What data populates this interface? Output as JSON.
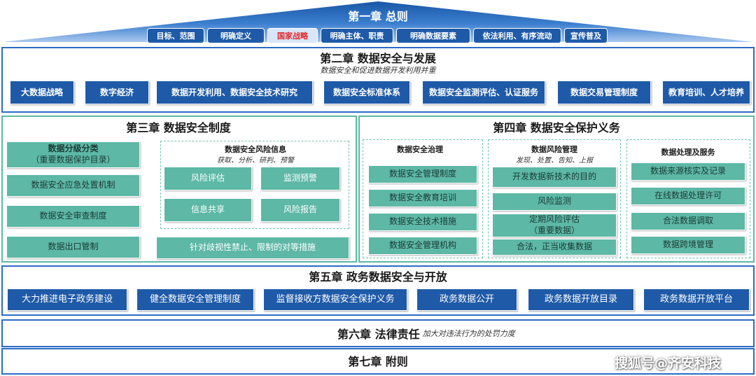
{
  "ch1": {
    "title": "第一章 总则",
    "tabs": [
      "目标、范围",
      "明确定义",
      "国家战略",
      "明确主体、职责",
      "明确数据要素",
      "依法利用、有序流动",
      "宣传普及"
    ]
  },
  "ch2": {
    "title": "第二章 数据安全与发展",
    "subtitle": "数据安全和促进数据开发利用并重",
    "items": [
      "大数据战略",
      "数字经济",
      "数据开发利用、数据安全技术研究",
      "数据安全标准体系",
      "数据安全监测评估、认证服务",
      "数据交易管理制度",
      "教育培训、人才培养"
    ]
  },
  "ch3": {
    "title": "第三章 数据安全制度",
    "classify_title": "数据分级分类",
    "classify_sub": "（重要数据保护目录）",
    "left_items": [
      "数据安全应急处置机制",
      "数据安全审查制度",
      "数据出口管制"
    ],
    "risk_title": "数据安全风险信息",
    "risk_sub": "获取、分析、研判、预警",
    "risk_items": [
      "风险评估",
      "监测预警",
      "信息共享",
      "风险报告"
    ],
    "bottom_item": "针对歧视性禁止、限制的对等措施"
  },
  "ch4": {
    "title": "第四章 数据安全保护义务",
    "col1_title": "数据安全治理",
    "col1_items": [
      "数据安全管理制度",
      "数据安全教育培训",
      "数据安全技术措施",
      "数据安全管理机构"
    ],
    "col2_title": "数据风险管理",
    "col2_sub": "发现、处置、告知、上报",
    "col2_items": [
      "开发数据新技术的目的",
      "风险监测",
      "定期风险评估",
      "（重要数据）",
      "合法，正当收集数据"
    ],
    "col3_title": "数据处理及服务",
    "col3_items": [
      "数据来源核实及记录",
      "在线数据处理许可",
      "合法数据调取",
      "数据跨境管理"
    ]
  },
  "ch5": {
    "title": "第五章 政务数据安全与开放",
    "items": [
      "大力推进电子政务建设",
      "健全数据安全管理制度",
      "监督接收方数据安全保护义务",
      "政务数据公开",
      "政务数据开放目录",
      "政务数据开放平台"
    ]
  },
  "ch6": {
    "title": "第六章 法律责任",
    "subtitle": "加大对违法行为的处罚力度"
  },
  "ch7": {
    "title": "第七章 附则"
  },
  "watermark": "搜狐号@齐安科技",
  "colors": {
    "blue": "#1e5aa8",
    "teal": "#5db8a6",
    "panel_blue": "#2b6cc4",
    "highlight_text": "#e0282a"
  }
}
